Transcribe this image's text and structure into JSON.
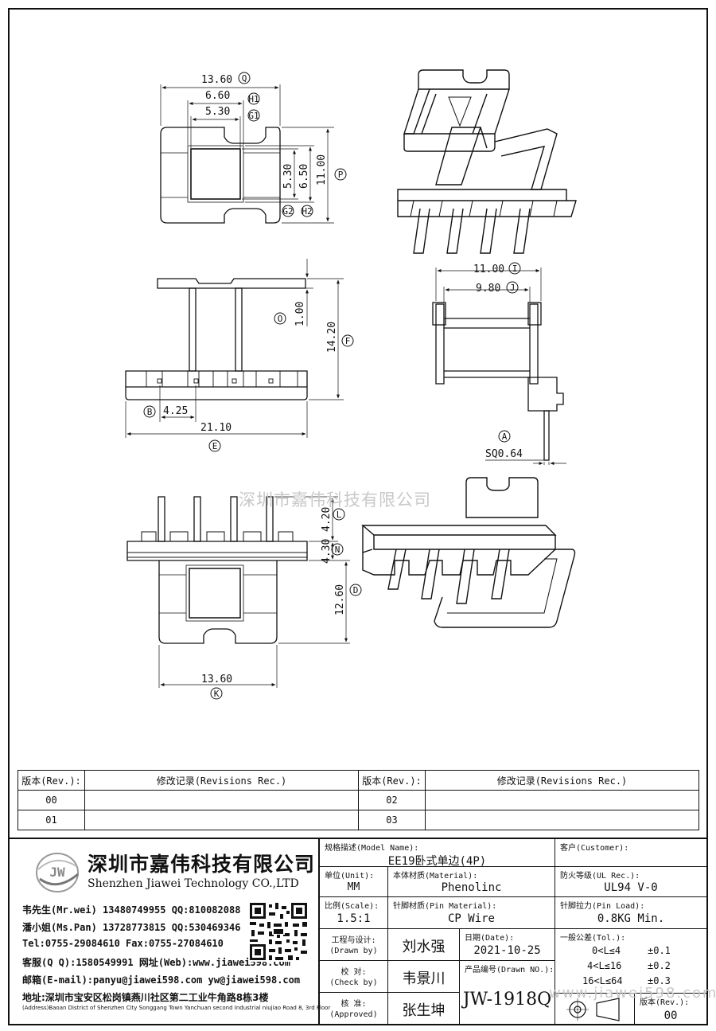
{
  "dimensions": {
    "q": "13.60",
    "h1": "6.60",
    "g1": "5.30",
    "g2": "5.30",
    "h2": "6.50",
    "p": "11.00",
    "o": "1.00",
    "f": "14.20",
    "b": "4.25",
    "e": "21.10",
    "i": "11.00",
    "j": "9.80",
    "a": "SQ0.64",
    "l": "4.20",
    "n": "4.30",
    "d": "12.60",
    "k": "13.60"
  },
  "callouts": {
    "q": "Q",
    "h1": "H1",
    "g1": "G1",
    "p": "P",
    "g2": "G2",
    "h2": "H2",
    "o": "O",
    "f": "F",
    "b": "B",
    "e": "E",
    "i": "I",
    "j": "J",
    "a": "A",
    "l": "L",
    "n": "N",
    "d": "D",
    "k": "K"
  },
  "watermark": "深圳市嘉伟科技有限公司",
  "watermark_url": "www.jiawei598.com",
  "revisions": {
    "rev_header": "版本(Rev.):",
    "rec_header": "修改记录(Revisions Rec.)",
    "rows": [
      {
        "left_rev": "00",
        "left_rec": "",
        "right_rev": "02",
        "right_rec": ""
      },
      {
        "left_rev": "01",
        "left_rec": "",
        "right_rev": "03",
        "right_rec": ""
      }
    ]
  },
  "company": {
    "logo_text": "JW",
    "name_cn": "深圳市嘉伟科技有限公司",
    "name_en": "Shenzhen Jiawei Technology CO.,LTD",
    "contacts": [
      "韦先生(Mr.wei) 13480749955 QQ:810082088",
      "潘小姐(Ms.Pan) 13728773815 QQ:530469346",
      "Tel:0755-29084610     Fax:0755-27084610",
      "客服(Q Q):1580549991  网址(Web):www.jiawei598.com",
      "邮箱(E-mail):panyu@jiawei598.com  yw@jiawei598.com"
    ],
    "address_cn": "地址:深圳市宝安区松岗镇燕川社区第二工业牛角路8栋3楼",
    "address_en": "(Address)Baoan District of Shenzhen City Songgang Town Yanchuan  second Industrial niujiao Road 8, 3rd Floor"
  },
  "specs": {
    "model_label": "规格描述(Model Name):",
    "model_value": "EE19卧式单边(4P)",
    "customer_label": "客户(Customer):",
    "customer_value": "",
    "unit_label": "单位(Unit):",
    "unit_value": "MM",
    "material_label": "本体材质(Material):",
    "material_value": "Phenolinc",
    "ul_label": "防火等级(UL Rec.):",
    "ul_value": "UL94 V-0",
    "scale_label": "比例(Scale):",
    "scale_value": "1.5:1",
    "pin_material_label": "针脚材质(Pin Material):",
    "pin_material_value": "CP Wire",
    "pin_load_label": "针脚拉力(Pin Load):",
    "pin_load_value": "0.8KG Min.",
    "drawn_label": "工程与设计:",
    "drawn_label_en": "(Drawn by)",
    "drawn_value": "刘水强",
    "date_label": "日期(Date):",
    "date_value": "2021-10-25",
    "check_label": "校  对:",
    "check_label_en": "(Check by)",
    "check_value": "韦景川",
    "drawn_no_label": "产品编号(Drawn NO.):",
    "drawn_no_value": "JW-1918Q",
    "approved_label": "核  准:",
    "approved_label_en": "(Approved)",
    "approved_value": "张生坤",
    "tol_label": "一般公差(Tol.):",
    "tol_rows": [
      {
        "range": "0<L≤4",
        "value": "±0.1"
      },
      {
        "range": "4<L≤16",
        "value": "±0.2"
      },
      {
        "range": "16<L≤64",
        "value": "±0.3"
      }
    ],
    "rev_label": "版本(Rev.):",
    "rev_value": "00"
  }
}
